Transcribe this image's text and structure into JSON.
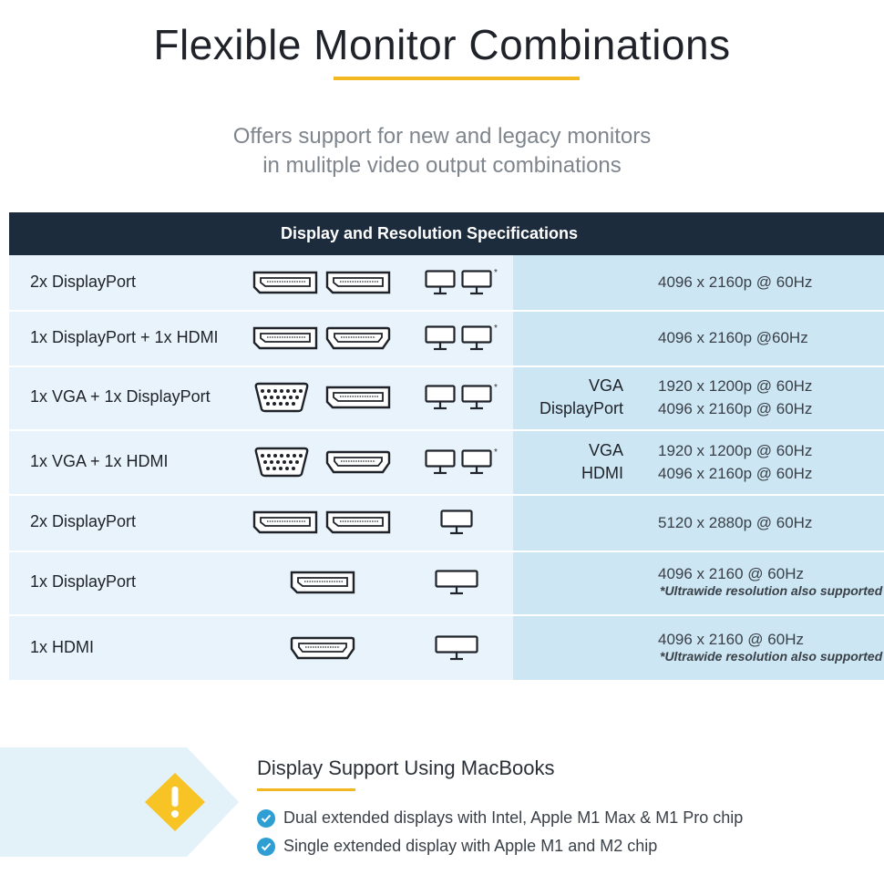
{
  "header": {
    "title": "Flexible Monitor Combinations",
    "subtitle_line1": "Offers support for new and legacy monitors",
    "subtitle_line2": "in mulitple video output combinations"
  },
  "table": {
    "header": "Display and Resolution Specifications",
    "rows": [
      {
        "label": "2x DisplayPort",
        "ports": [
          "displayport",
          "displayport"
        ],
        "monitors": 2,
        "asterisk": "*",
        "outputs": [],
        "resolutions": [
          "4096 x 2160p @ 60Hz"
        ],
        "note": ""
      },
      {
        "label": "1x DisplayPort + 1x HDMI",
        "ports": [
          "displayport",
          "hdmi"
        ],
        "monitors": 2,
        "asterisk": "*",
        "outputs": [],
        "resolutions": [
          "4096 x 2160p @60Hz"
        ],
        "note": ""
      },
      {
        "label": "1x VGA + 1x DisplayPort",
        "ports": [
          "vga",
          "displayport"
        ],
        "monitors": 2,
        "asterisk": "*",
        "outputs": [
          "VGA",
          "DisplayPort"
        ],
        "resolutions": [
          "1920 x 1200p @ 60Hz",
          "4096 x 2160p @ 60Hz"
        ],
        "note": ""
      },
      {
        "label": "1x VGA + 1x HDMI",
        "ports": [
          "vga",
          "hdmi"
        ],
        "monitors": 2,
        "asterisk": "*",
        "outputs": [
          "VGA",
          "HDMI"
        ],
        "resolutions": [
          "1920 x 1200p @ 60Hz",
          "4096 x 2160p @ 60Hz"
        ],
        "note": ""
      },
      {
        "label": "2x DisplayPort",
        "ports": [
          "displayport",
          "displayport"
        ],
        "monitors": 1,
        "asterisk": "",
        "outputs": [],
        "resolutions": [
          "5120 x 2880p @ 60Hz"
        ],
        "note": ""
      },
      {
        "label": "1x DisplayPort",
        "ports": [
          "displayport"
        ],
        "monitors": 1,
        "asterisk": "",
        "outputs": [],
        "resolutions": [
          "4096 x 2160 @ 60Hz"
        ],
        "note": "*Ultrawide resolution also supported"
      },
      {
        "label": "1x HDMI",
        "ports": [
          "hdmi"
        ],
        "monitors": 1,
        "asterisk": "",
        "outputs": [],
        "resolutions": [
          "4096 x 2160 @ 60Hz"
        ],
        "note": "*Ultrawide resolution also supported"
      }
    ]
  },
  "macbooks": {
    "title": "Display Support Using MacBooks",
    "items": [
      "Dual extended displays with Intel, Apple M1 Max & M1 Pro chip",
      "Single extended display with Apple M1 and M2 chip"
    ],
    "icon": "warning-icon"
  },
  "colors": {
    "header_bg": "#1d2c3c",
    "accent_yellow": "#f3b81f",
    "left_bg": "#e8f3fb",
    "right_bg": "#cce6f3",
    "check_blue": "#2f9fd3",
    "warning_yellow": "#f7c325"
  }
}
